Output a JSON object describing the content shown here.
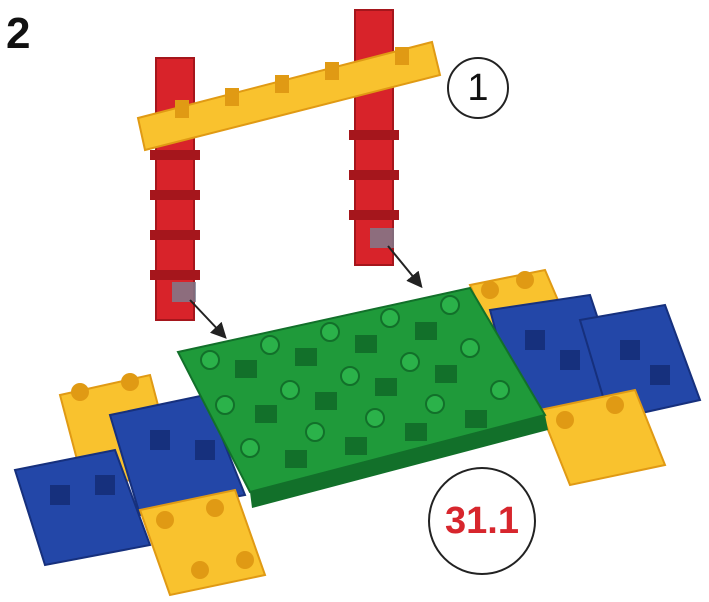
{
  "step": {
    "number": "2"
  },
  "callouts": {
    "substep": "1",
    "page_ref": "31.1"
  },
  "colors": {
    "red": "#d8232a",
    "red_dark": "#a5161c",
    "yellow": "#f9c22e",
    "yellow_dark": "#e09a14",
    "green": "#1f9a3a",
    "green_dark": "#12702a",
    "blue": "#2347a8",
    "blue_dark": "#16307d",
    "page_ref_text": "#d7262d"
  },
  "icons": [
    "arrow-icon",
    "circle-callout"
  ]
}
